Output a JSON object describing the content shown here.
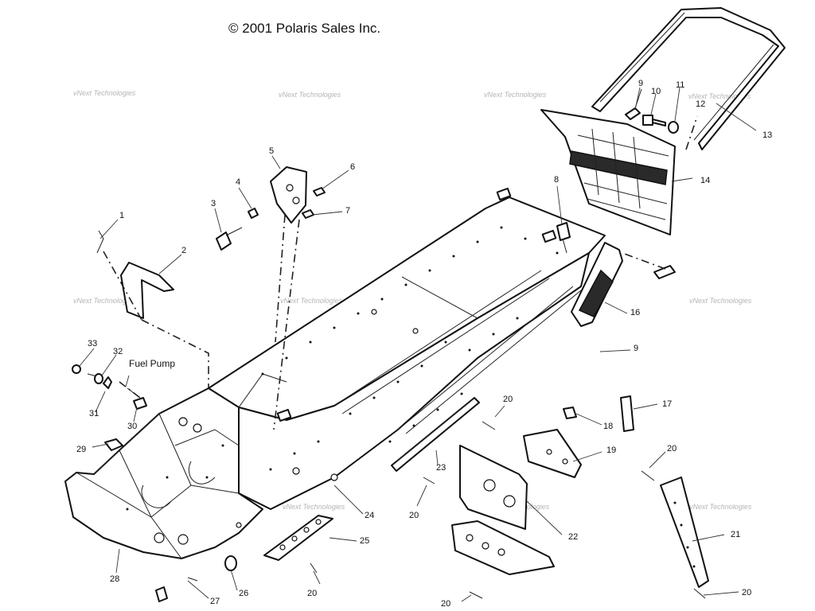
{
  "header": {
    "copyright": "© 2001 Polaris Sales Inc."
  },
  "watermark": "vNext Technologies",
  "labels": {
    "fuel_pump": "Fuel Pump"
  },
  "callouts": [
    "1",
    "2",
    "3",
    "4",
    "5",
    "6",
    "7",
    "8",
    "9",
    "10",
    "11",
    "12",
    "13",
    "14",
    "16",
    "9",
    "17",
    "18",
    "19",
    "20",
    "20",
    "20",
    "20",
    "20",
    "20",
    "21",
    "22",
    "23",
    "24",
    "25",
    "26",
    "27",
    "28",
    "29",
    "30",
    "31",
    "32",
    "33"
  ]
}
